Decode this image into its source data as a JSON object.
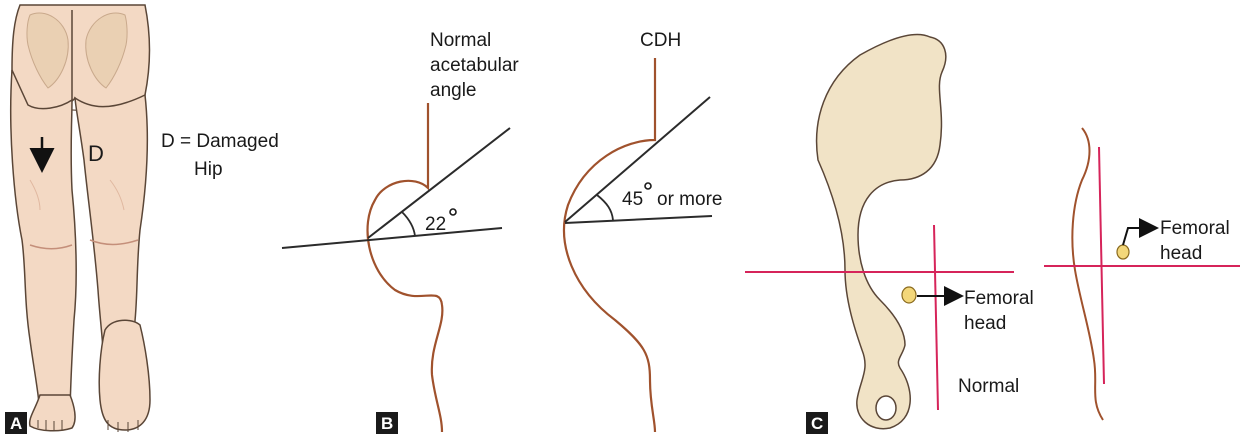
{
  "panel_a": {
    "badge": "A",
    "marker": "D",
    "legend_line1": "D = Damaged",
    "legend_line2": "Hip"
  },
  "panel_b": {
    "badge": "B",
    "normal_label_line1": "Normal",
    "normal_label_line2": "acetabular",
    "normal_label_line3": "angle",
    "normal_angle": "22",
    "cdh_label": "CDH",
    "cdh_angle": "45",
    "cdh_angle_suffix": "or more"
  },
  "panel_c": {
    "badge": "C",
    "femoral_label_line1": "Femoral",
    "femoral_label_line2": "head",
    "normal_label": "Normal",
    "femoral_label2_line1": "Femoral",
    "femoral_label2_line2": "head"
  },
  "colors": {
    "skin": "#f3d9c4",
    "skin_outline": "#5a4637",
    "bone": "#f0e2c4",
    "pelvis_fill": "#f1e3c6",
    "brown_curve": "#a0522d",
    "red_line": "#d6245a",
    "dark_line": "#2b2b2b",
    "femoral_head": "#f3d77a"
  }
}
